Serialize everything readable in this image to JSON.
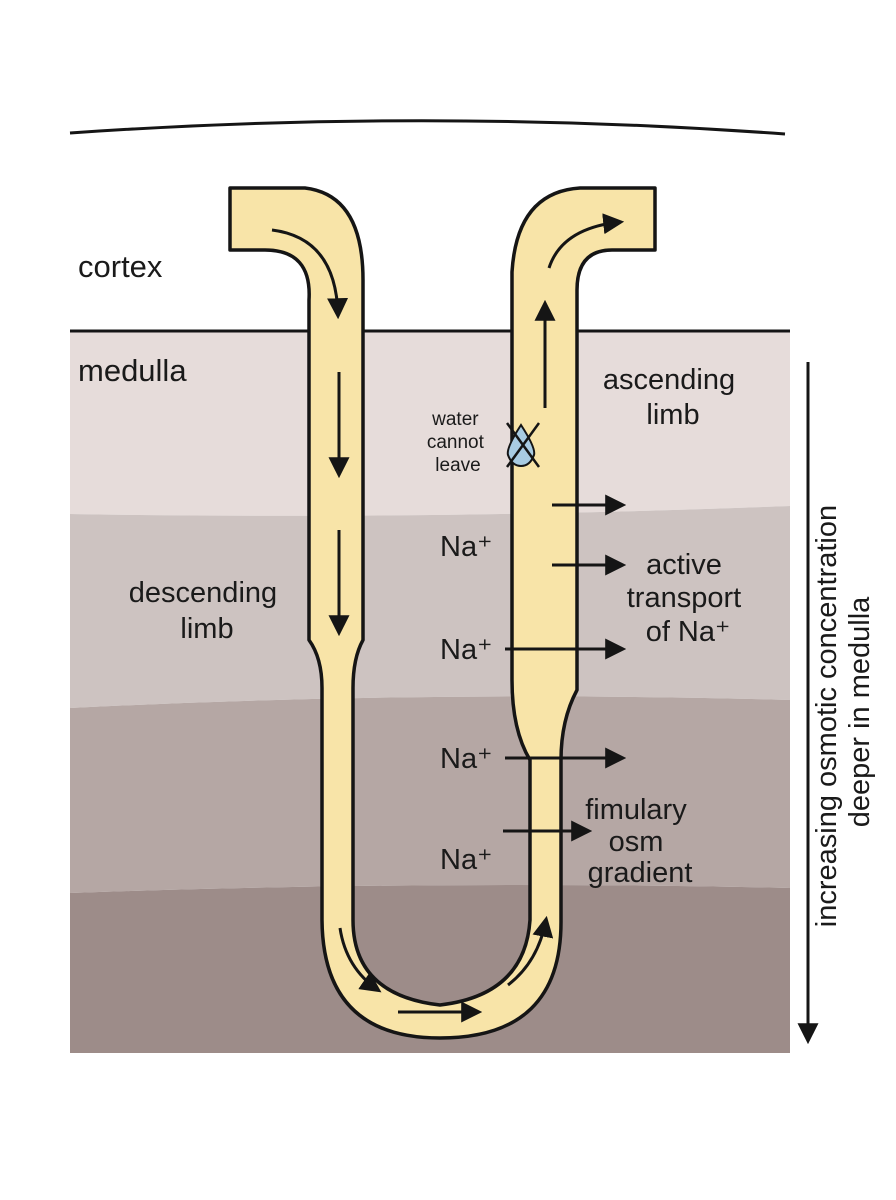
{
  "regions": {
    "cortex": "cortex",
    "medulla": "medulla"
  },
  "labels": {
    "ascending_limb": [
      "ascending",
      "limb"
    ],
    "descending_limb": [
      "descending",
      "limb"
    ],
    "water": [
      "water",
      "cannot",
      "leave"
    ],
    "active_transport": [
      "active",
      "transport",
      "of Na⁺"
    ],
    "gradient": [
      "fimulary",
      "osm",
      "gradient"
    ],
    "axis": [
      "increasing osmotic concentration",
      "deeper in medulla"
    ]
  },
  "ions": [
    "Na⁺",
    "Na⁺",
    "Na⁺",
    "Na⁺"
  ],
  "icons": {
    "water_blocked": "water-drop-crossed-icon"
  },
  "colors": {
    "tube_fill": "#f8e4a8",
    "outline": "#151515",
    "band_1": "#e6dcda",
    "band_2": "#cdc3c1",
    "band_3": "#b5a7a4",
    "band_4": "#9d8c89",
    "water_drop": "#a8cbe2"
  }
}
